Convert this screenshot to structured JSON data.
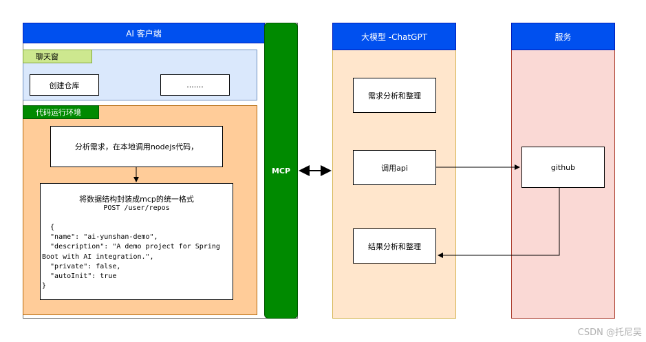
{
  "client": {
    "title": "AI 客户端",
    "chat": {
      "label": "聊天窗",
      "create_repo": "创建仓库",
      "more": "......."
    },
    "runtime": {
      "label": "代码运行环境",
      "analyze_box": "分析需求，在本地调用nodejs代码，",
      "encapsulate_title": "将数据结构封装成mcp的统一格式",
      "request_line": "POST /user/repos",
      "code_lines": [
        "  {",
        "  \"name\": \"ai-yunshan-demo\",",
        "  \"description\": \"A demo project for Spring",
        "Boot with AI integration.\",",
        "  \"private\": false,",
        "  \"autoInit\": true",
        "}"
      ]
    }
  },
  "mcp": {
    "label": "MCP"
  },
  "llm": {
    "title": "大模型 -ChatGPT",
    "analyze": "需求分析和整理",
    "call_api": "调用api",
    "result": "结果分析和整理"
  },
  "service": {
    "title": "服务",
    "github": "github"
  },
  "watermark": "CSDN @托尼吴",
  "colors": {
    "header_blue": "#0050ef",
    "mcp_green": "#008a00",
    "chat_bg": "#dae8fc",
    "chat_label_bg": "#cde88f",
    "runtime_bg": "#ffcc99",
    "llm_bg": "#ffe6cc",
    "service_bg": "#fad9d5"
  }
}
